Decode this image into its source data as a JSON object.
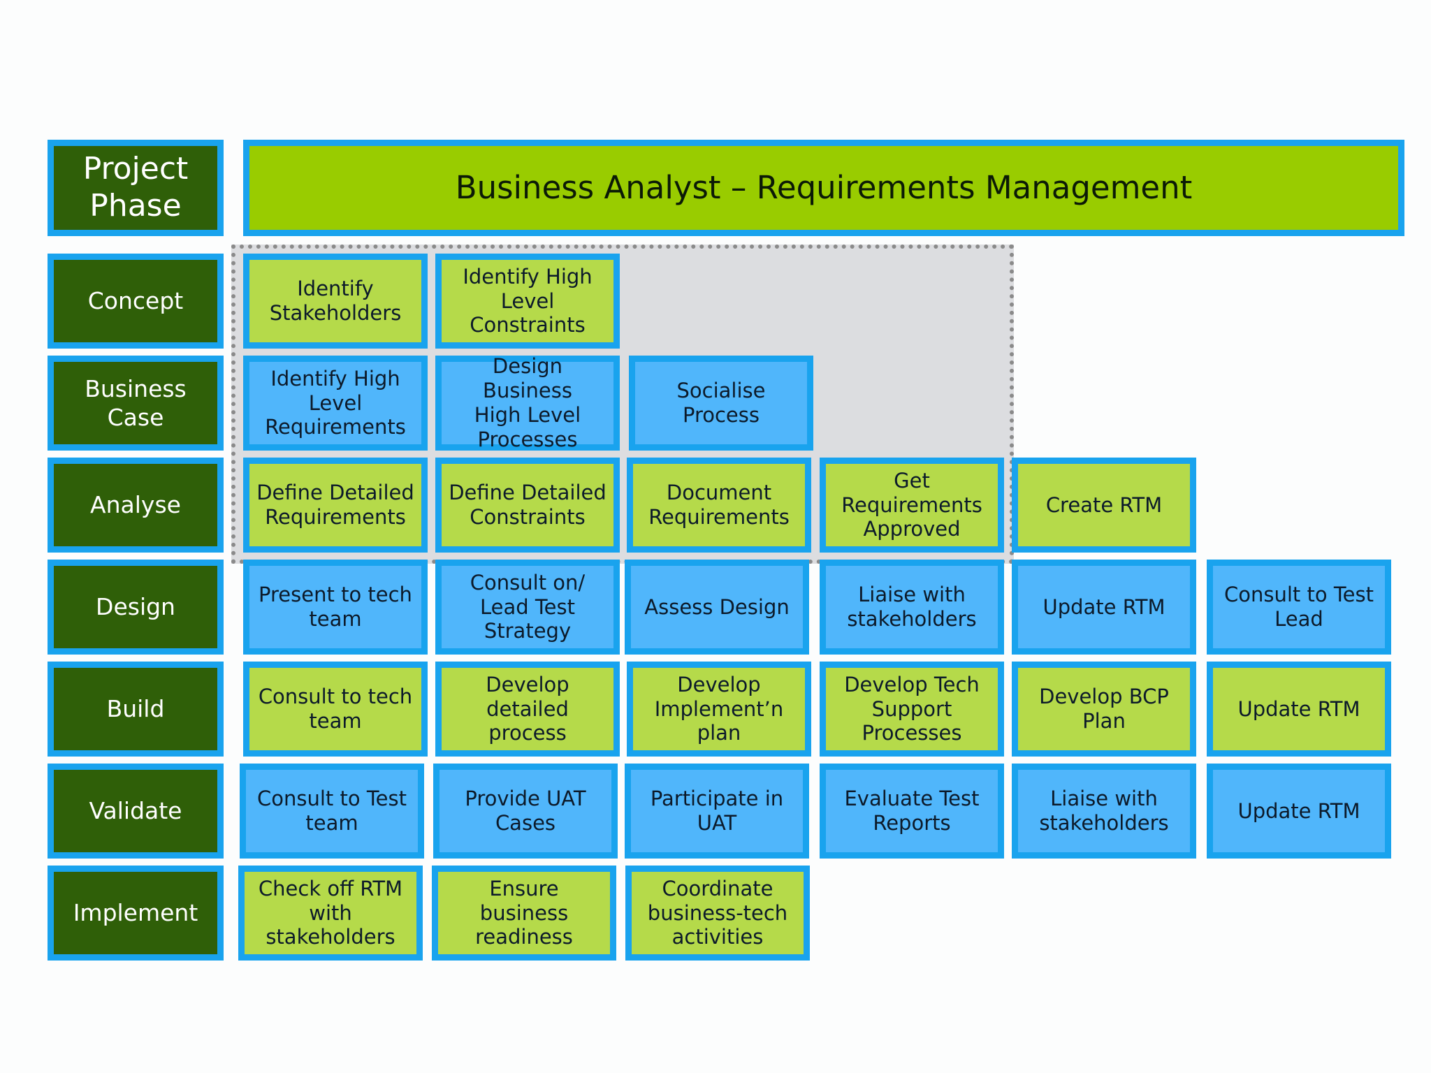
{
  "header": {
    "phase_label": "Project\nPhase",
    "title": "Business Analyst – Requirements Management"
  },
  "colors": {
    "border": "#19a3ee",
    "phase_bg": "#2f5f08",
    "title_bg": "#99cc00",
    "green_cell": "#b5da4a",
    "blue_cell": "#50b6fb",
    "highlight_region": "#dcdde0"
  },
  "rows": [
    {
      "phase": "Concept",
      "tasks": [
        "Identify\nStakeholders",
        "Identify High\nLevel\nConstraints"
      ]
    },
    {
      "phase": "Business\nCase",
      "tasks": [
        "Identify High\nLevel\nRequirements",
        "Design Business\nHigh Level\nProcesses",
        "Socialise\nProcess"
      ]
    },
    {
      "phase": "Analyse",
      "tasks": [
        "Define Detailed\nRequirements",
        "Define  Detailed\nConstraints",
        "Document\nRequirements",
        "Get\nRequirements\nApproved",
        "Create RTM"
      ]
    },
    {
      "phase": "Design",
      "tasks": [
        "Present to tech\nteam",
        "Consult on/\nLead Test\nStrategy",
        "Assess Design",
        "Liaise with\nstakeholders",
        "Update RTM",
        "Consult to Test\nLead"
      ]
    },
    {
      "phase": "Build",
      "tasks": [
        "Consult to tech\nteam",
        "Develop\ndetailed process",
        "Develop\nImplement’n\nplan",
        "Develop Tech\nSupport\nProcesses",
        "Develop BCP\nPlan",
        "Update RTM"
      ]
    },
    {
      "phase": "Validate",
      "tasks": [
        "Consult to Test\nteam",
        "Provide UAT\nCases",
        "Participate in\nUAT",
        "Evaluate Test\nReports",
        "Liaise with\nstakeholders",
        "Update RTM"
      ]
    },
    {
      "phase": "Implement",
      "tasks": [
        "Check off RTM\nwith\nstakeholders",
        "Ensure business\nreadiness",
        "Coordinate\nbusiness-tech\nactivities"
      ]
    }
  ]
}
